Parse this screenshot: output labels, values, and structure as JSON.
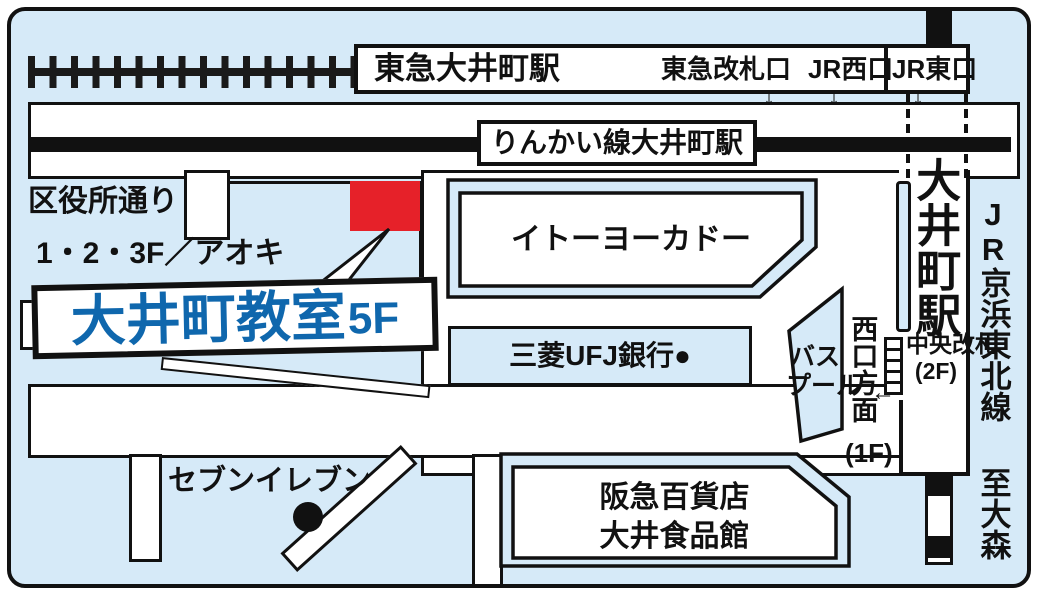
{
  "colors": {
    "background_blue": "#d6eaf8",
    "target_red": "#e62129",
    "title_blue": "#0f67ad",
    "line_black": "#111111"
  },
  "top": {
    "tokyu_station": "東急大井町駅",
    "tokyu_gate": "東急改札口",
    "jr_west_exit": "JR西口",
    "jr_east_exit": "JR東口",
    "down_arrow": "↓"
  },
  "rinkai": {
    "station": "りんかい線大井町駅"
  },
  "left_area": {
    "street_name": "区役所通り",
    "floors_note": "1・2・3F／アオキ",
    "classroom_name": "大井町教室",
    "classroom_floor": "5F"
  },
  "buildings": {
    "ito_yokado": "イトーヨーカドー",
    "bank": "三菱UFJ銀行●",
    "bus_pool_line1": "バス",
    "bus_pool_line2": "プール",
    "seven_eleven": "セブンイレブン",
    "hankyu_line1": "阪急百貨店",
    "hankyu_line2": "大井食品館"
  },
  "station": {
    "name": "大井町駅",
    "central_gate": "中央改札",
    "central_gate_floor": "(2F)",
    "west_direction": "西口方面",
    "west_floor": "(1F)",
    "left_arrow": "←"
  },
  "right_area": {
    "jr_line": "JR京浜東北線",
    "to_omori": "至大森"
  }
}
